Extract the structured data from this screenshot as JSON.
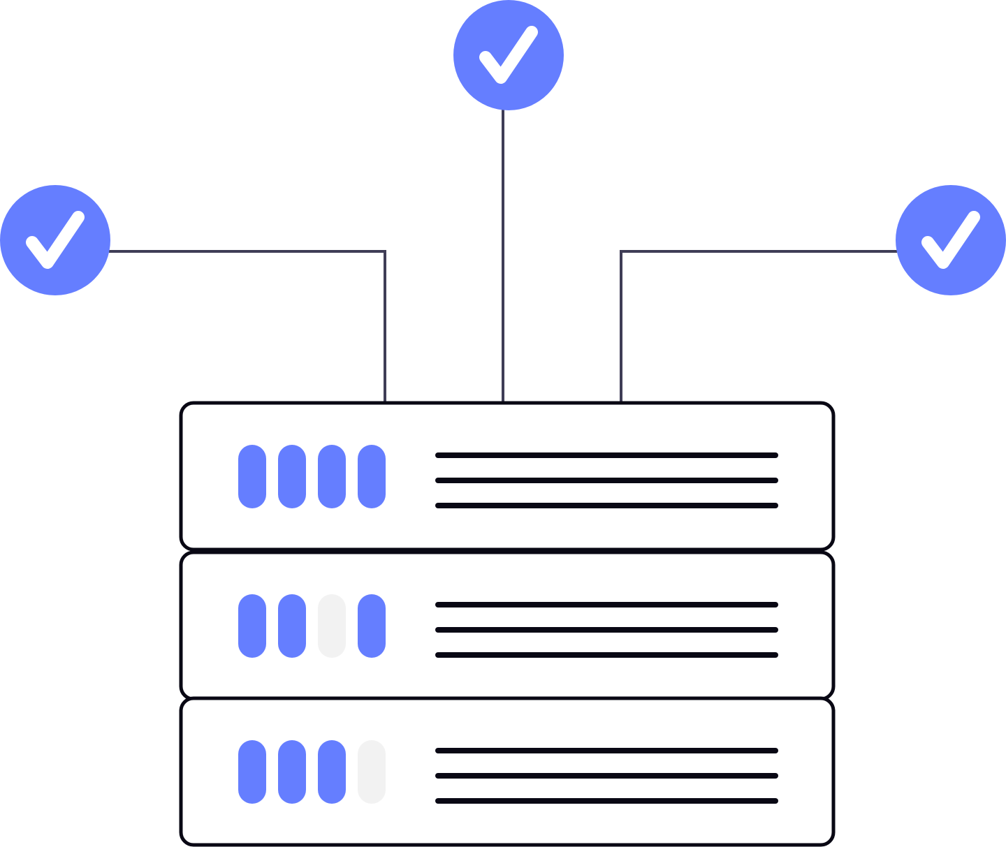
{
  "colors": {
    "background": "#ffffff",
    "accent": "#657eff",
    "led_off": "#f2f2f2",
    "outline": "#090814",
    "connector": "#3f3d56",
    "check_mark": "#ffffff"
  },
  "illustration": {
    "subject": "server-rack",
    "status_nodes": [
      {
        "icon": "check-circle-icon",
        "state": "ok"
      },
      {
        "icon": "check-circle-icon",
        "state": "ok"
      },
      {
        "icon": "check-circle-icon",
        "state": "ok"
      }
    ],
    "server_units": [
      {
        "leds": [
          true,
          true,
          true,
          true
        ],
        "text_lines": 3
      },
      {
        "leds": [
          true,
          true,
          false,
          true
        ],
        "text_lines": 3
      },
      {
        "leds": [
          true,
          true,
          true,
          false
        ],
        "text_lines": 3
      }
    ]
  }
}
